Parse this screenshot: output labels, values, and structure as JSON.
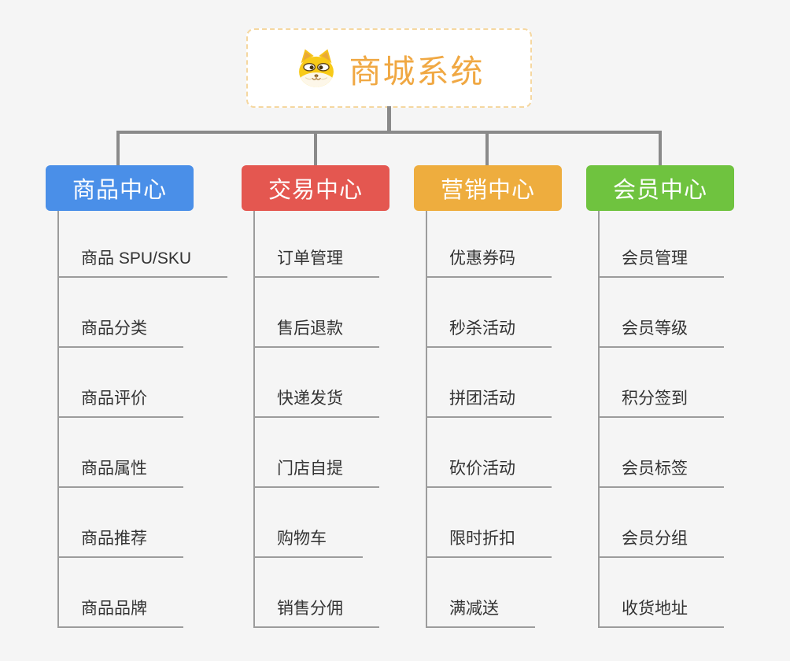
{
  "root": {
    "title": "商城系统",
    "icon": "doge-icon"
  },
  "branches": [
    {
      "id": "product-center",
      "label": "商品中心",
      "color": "#4a8fe8",
      "items": [
        "商品 SPU/SKU",
        "商品分类",
        "商品评价",
        "商品属性",
        "商品推荐",
        "商品品牌"
      ]
    },
    {
      "id": "trade-center",
      "label": "交易中心",
      "color": "#e45750",
      "items": [
        "订单管理",
        "售后退款",
        "快递发货",
        "门店自提",
        "购物车",
        "销售分佣"
      ]
    },
    {
      "id": "marketing-center",
      "label": "营销中心",
      "color": "#eead3e",
      "items": [
        "优惠券码",
        "秒杀活动",
        "拼团活动",
        "砍价活动",
        "限时折扣",
        "满减送"
      ]
    },
    {
      "id": "member-center",
      "label": "会员中心",
      "color": "#6fc33f",
      "items": [
        "会员管理",
        "会员等级",
        "积分签到",
        "会员标签",
        "会员分组",
        "收货地址"
      ]
    }
  ],
  "colors": {
    "background": "#f5f5f5",
    "connector": "#8a8a8a",
    "item_line": "#9c9c9c",
    "root_border": "#f5d7a0",
    "root_title": "#f0a843",
    "item_text": "#333333"
  }
}
